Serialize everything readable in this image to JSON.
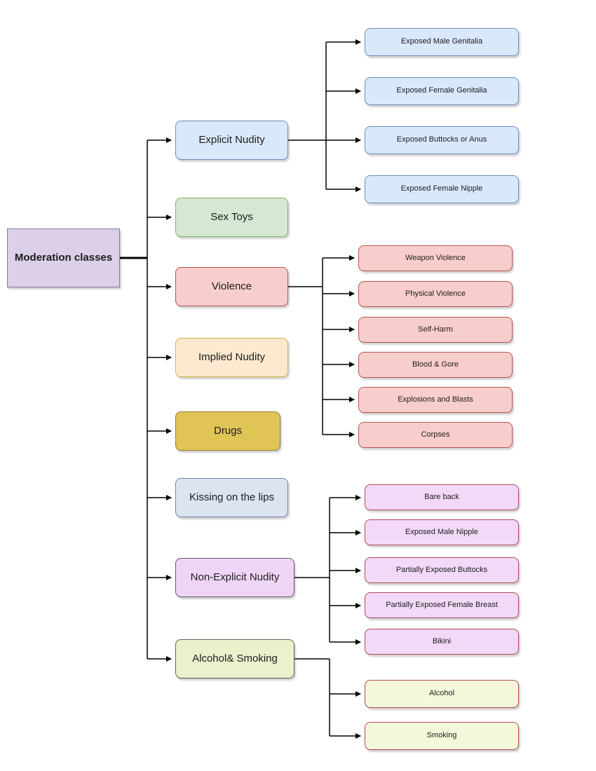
{
  "diagram": {
    "root": {
      "label": "Moderation classes",
      "fill": "#dcd0e8",
      "stroke": "#857a96"
    },
    "categories": [
      {
        "label": "Explicit Nudity",
        "fill": "#dae8fc",
        "stroke": "#6c8ebf",
        "child_fill": "#dae8fc",
        "child_stroke": "#6c8ebf",
        "children": [
          "Exposed Male Genitalia",
          "Exposed Female Genitalia",
          "Exposed Buttocks or Anus",
          "Exposed Female Nipple"
        ]
      },
      {
        "label": "Sex Toys",
        "fill": "#d5e8d4",
        "stroke": "#82b366",
        "children": []
      },
      {
        "label": "Violence",
        "fill": "#f8cecc",
        "stroke": "#b85450",
        "child_fill": "#f8cecc",
        "child_stroke": "#b85450",
        "children": [
          "Weapon Violence",
          "Physical Violence",
          "Self-Harm",
          "Blood & Gore",
          "Explosions and Blasts",
          "Corpses"
        ]
      },
      {
        "label": "Implied Nudity",
        "fill": "#fce9cf",
        "stroke": "#d4b445",
        "children": []
      },
      {
        "label": "Drugs",
        "fill": "#e0c455",
        "stroke": "#9c7a2e",
        "children": []
      },
      {
        "label": "Kissing on the lips",
        "fill": "#dce4f2",
        "stroke": "#7585a5",
        "children": []
      },
      {
        "label": "Non-Explicit Nudity",
        "fill": "#efd5f5",
        "stroke": "#5c5a6e",
        "child_fill": "#f2d9f7",
        "child_stroke": "#b0485c",
        "children": [
          "Bare back",
          "Exposed Male Nipple",
          "Partially Exposed Buttocks",
          "Partially Exposed Female Breast",
          "Bikini"
        ]
      },
      {
        "label": "Alcohol& Smoking",
        "fill": "#eaf2cd",
        "stroke": "#5f6352",
        "child_fill": "#f4f8db",
        "child_stroke": "#b0485c",
        "children": [
          "Alcohol",
          "Smoking"
        ]
      }
    ],
    "connector_color": "#000000"
  }
}
